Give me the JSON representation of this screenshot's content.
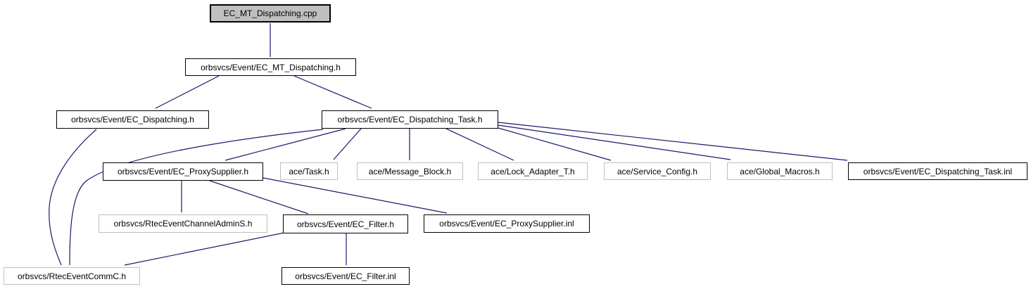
{
  "diagram": {
    "type": "include-dependency-graph",
    "colors": {
      "background": "#ffffff",
      "edge": "#191970",
      "root_fill": "#bfbfbf",
      "internal_border": "#000000",
      "external_border": "#bfbfbf",
      "text": "#000000"
    },
    "nodes": [
      {
        "id": "ec-mt-dispatching-cpp",
        "label": "EC_MT_Dispatching.cpp",
        "kind": "root"
      },
      {
        "id": "ec-mt-dispatching-h",
        "label": "orbsvcs/Event/EC_MT_Dispatching.h",
        "kind": "internal"
      },
      {
        "id": "ec-dispatching-h",
        "label": "orbsvcs/Event/EC_Dispatching.h",
        "kind": "internal"
      },
      {
        "id": "ec-dispatching-task-h",
        "label": "orbsvcs/Event/EC_Dispatching_Task.h",
        "kind": "internal"
      },
      {
        "id": "ec-proxysupplier-h",
        "label": "orbsvcs/Event/EC_ProxySupplier.h",
        "kind": "internal"
      },
      {
        "id": "ace-task-h",
        "label": "ace/Task.h",
        "kind": "external"
      },
      {
        "id": "ace-message-block-h",
        "label": "ace/Message_Block.h",
        "kind": "external"
      },
      {
        "id": "ace-lock-adapter-t-h",
        "label": "ace/Lock_Adapter_T.h",
        "kind": "external"
      },
      {
        "id": "ace-service-config-h",
        "label": "ace/Service_Config.h",
        "kind": "external"
      },
      {
        "id": "ace-global-macros-h",
        "label": "ace/Global_Macros.h",
        "kind": "external"
      },
      {
        "id": "ec-dispatching-task-inl",
        "label": "orbsvcs/Event/EC_Dispatching_Task.inl",
        "kind": "internal"
      },
      {
        "id": "rtec-event-channel-admins-h",
        "label": "orbsvcs/RtecEventChannelAdminS.h",
        "kind": "external"
      },
      {
        "id": "ec-filter-h",
        "label": "orbsvcs/Event/EC_Filter.h",
        "kind": "internal"
      },
      {
        "id": "ec-proxysupplier-inl",
        "label": "orbsvcs/Event/EC_ProxySupplier.inl",
        "kind": "internal"
      },
      {
        "id": "rtec-event-commc-h",
        "label": "orbsvcs/RtecEventCommC.h",
        "kind": "external"
      },
      {
        "id": "ec-filter-inl",
        "label": "orbsvcs/Event/EC_Filter.inl",
        "kind": "internal"
      }
    ],
    "edges": [
      {
        "from": "ec-mt-dispatching-cpp",
        "to": "ec-mt-dispatching-h"
      },
      {
        "from": "ec-mt-dispatching-h",
        "to": "ec-dispatching-h"
      },
      {
        "from": "ec-mt-dispatching-h",
        "to": "ec-dispatching-task-h"
      },
      {
        "from": "ec-dispatching-h",
        "to": "rtec-event-commc-h"
      },
      {
        "from": "ec-dispatching-task-h",
        "to": "rtec-event-commc-h"
      },
      {
        "from": "ec-dispatching-task-h",
        "to": "ec-proxysupplier-h"
      },
      {
        "from": "ec-dispatching-task-h",
        "to": "ace-task-h"
      },
      {
        "from": "ec-dispatching-task-h",
        "to": "ace-message-block-h"
      },
      {
        "from": "ec-dispatching-task-h",
        "to": "ace-lock-adapter-t-h"
      },
      {
        "from": "ec-dispatching-task-h",
        "to": "ace-service-config-h"
      },
      {
        "from": "ec-dispatching-task-h",
        "to": "ace-global-macros-h"
      },
      {
        "from": "ec-dispatching-task-h",
        "to": "ec-dispatching-task-inl"
      },
      {
        "from": "ec-proxysupplier-h",
        "to": "rtec-event-channel-admins-h"
      },
      {
        "from": "ec-proxysupplier-h",
        "to": "ec-filter-h"
      },
      {
        "from": "ec-proxysupplier-h",
        "to": "ec-proxysupplier-inl"
      },
      {
        "from": "ec-filter-h",
        "to": "rtec-event-commc-h"
      },
      {
        "from": "ec-filter-h",
        "to": "ec-filter-inl"
      }
    ]
  }
}
